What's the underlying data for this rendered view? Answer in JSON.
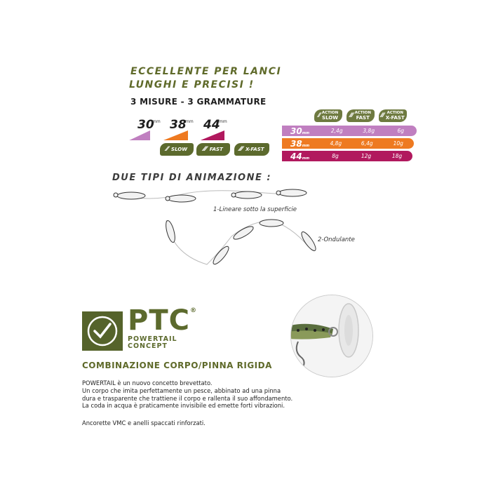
{
  "headline": {
    "line1": "ECCELLENTE PER LANCI",
    "line2": "LUNGHI E PRECISI !"
  },
  "sizes_title": "3 MISURE - 3 GRAMMATURE",
  "sizes": [
    {
      "num": "30",
      "unit": "mm",
      "color": "#c07fc0"
    },
    {
      "num": "38",
      "unit": "mm",
      "color": "#ee7a21"
    },
    {
      "num": "44",
      "unit": "mm",
      "color": "#b1195e"
    }
  ],
  "speed_pills": [
    {
      "label": "SLOW"
    },
    {
      "label": "FAST"
    },
    {
      "label": "X-FAST"
    }
  ],
  "action_badges": [
    {
      "line1": "ACTION",
      "line2": "SLOW"
    },
    {
      "line1": "ACTION",
      "line2": "FAST"
    },
    {
      "line1": "ACTION",
      "line2": "X-FAST"
    }
  ],
  "weight_table": [
    {
      "size": "30",
      "unit": "mm",
      "slow": "2,4g",
      "fast": "3,8g",
      "xfast": "6g",
      "color": "#c07fc0"
    },
    {
      "size": "38",
      "unit": "mm",
      "slow": "4,8g",
      "fast": "6,4g",
      "xfast": "10g",
      "color": "#ee7a21"
    },
    {
      "size": "44",
      "unit": "mm",
      "slow": "8g",
      "fast": "12g",
      "xfast": "18g",
      "color": "#b1195e"
    }
  ],
  "animation": {
    "title": "DUE TIPI DI ANIMAZIONE :",
    "label1": "1-Lineare sotto la superficie",
    "label2": "2-Ondulante"
  },
  "ptc": {
    "logo_text": "PTC",
    "reg": "®",
    "sub1": "POWERTAIL",
    "sub2": "CONCEPT"
  },
  "combo_title": "COMBINAZIONE CORPO/PINNA RIGIDA",
  "description": [
    "POWERTAIL è un nuovo concetto brevettato.",
    "Un corpo che imita perfettamente un pesce, abbinato ad una pinna",
    "dura e trasparente che trattiene il corpo e rallenta il suo affondamento.",
    "La coda in acqua è praticamente invisibile ed emette forti vibrazioni."
  ],
  "note": "Ancorette VMC e anelli spaccati rinforzati.",
  "colors": {
    "olive": "#5c6a2d",
    "lilac": "#c07fc0",
    "orange": "#ee7a21",
    "magenta": "#b1195e"
  }
}
